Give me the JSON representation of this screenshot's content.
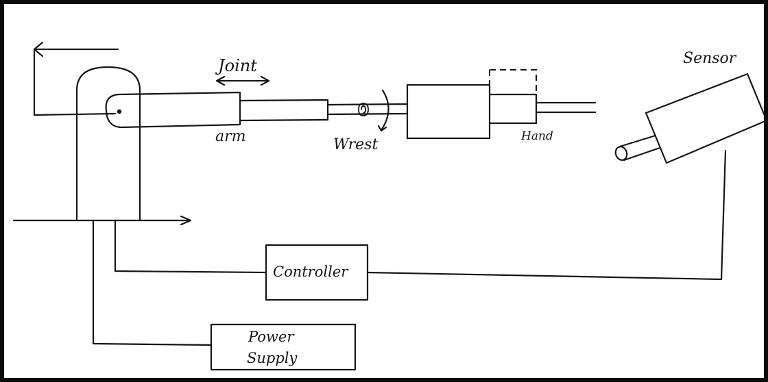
{
  "diagram": {
    "labels": {
      "joint": "Joint",
      "arm": "arm",
      "wrist": "Wrest",
      "hand": "Hand",
      "sensor": "Sensor",
      "controller": "Controller",
      "power_supply_line1": "Power",
      "power_supply_line2": "Supply"
    },
    "colors": {
      "ink": "#151515",
      "paper": "#ffffff",
      "frame": "#0a0a0a"
    }
  }
}
